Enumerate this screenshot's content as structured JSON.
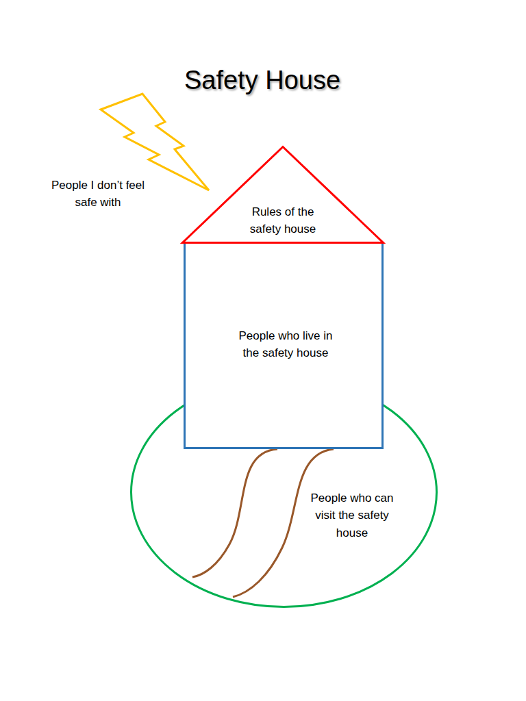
{
  "diagram": {
    "title": "Safety House",
    "nodes": [
      {
        "text": [
          "Rules of the safety house"
        ]
      },
      {
        "text": [
          "People who live in the safety house"
        ]
      },
      {
        "text": [
          "People who can visit the safety house"
        ]
      }
    ],
    "edges": [],
    "labels": [
      "People I don’t feel safe with"
    ]
  }
}
